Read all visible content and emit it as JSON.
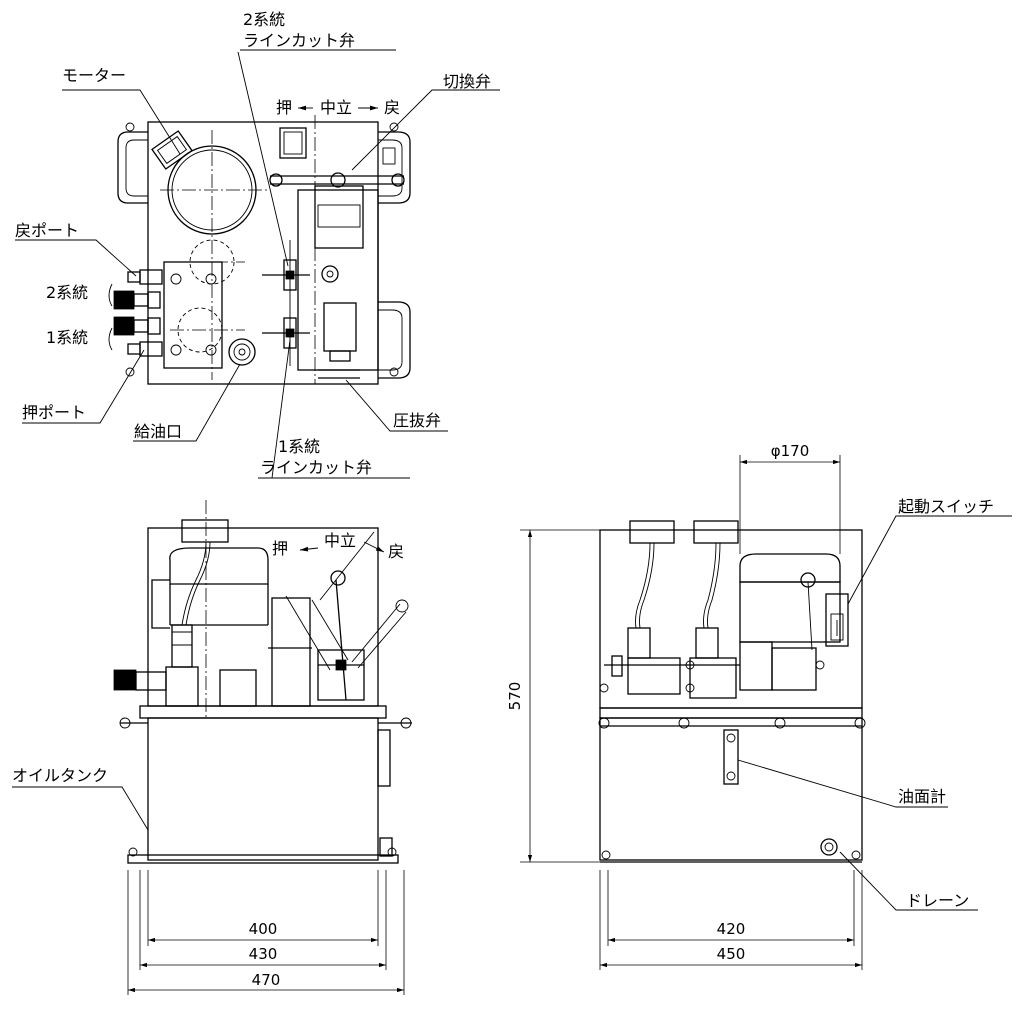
{
  "labels": {
    "motor": "モーター",
    "line_cut_valve_2_a": "2系統",
    "line_cut_valve_2_b": "ラインカット弁",
    "switch_valve": "切換弁",
    "return_port": "戻ポート",
    "system_2": "2系統",
    "system_1": "1系統",
    "push_port": "押ポート",
    "oil_inlet": "給油口",
    "line_cut_valve_1_a": "1系統",
    "line_cut_valve_1_b": "ラインカット弁",
    "relief_valve": "圧抜弁",
    "oil_tank": "オイルタンク",
    "start_switch": "起動スイッチ",
    "oil_gauge": "油面計",
    "drain": "ドレーン"
  },
  "positions_top": {
    "push": "押",
    "neutral": "中立",
    "return": "戻"
  },
  "positions_front": {
    "push": "押",
    "neutral": "中立",
    "return": "戻"
  },
  "dimensions": {
    "front_400": "400",
    "front_430": "430",
    "front_470": "470",
    "side_420": "420",
    "side_450": "450",
    "height_570": "570",
    "motor_dia": "φ170"
  }
}
